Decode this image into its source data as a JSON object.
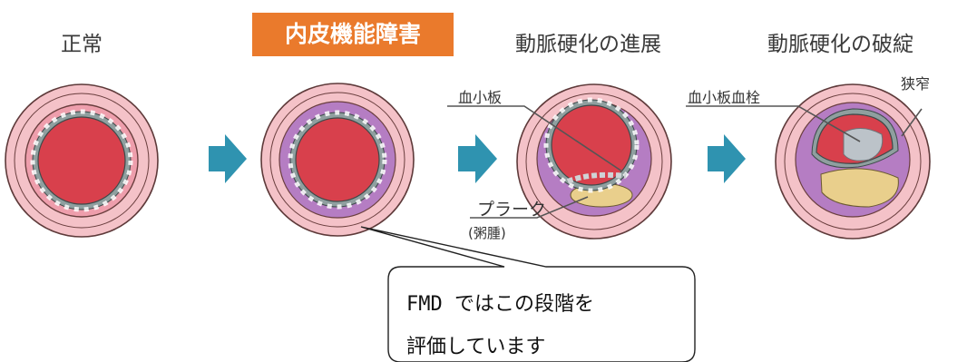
{
  "stages": [
    {
      "title": "正常"
    },
    {
      "title": "内皮機能障害"
    },
    {
      "title": "動脈硬化の進展"
    },
    {
      "title": "動脈硬化の破綻"
    }
  ],
  "labels": {
    "platelet": "血小板",
    "plaque": "プラーク",
    "plaque_sub": "(粥腫)",
    "thrombus": "血小板血栓",
    "stenosis": "狭窄"
  },
  "callout": {
    "line1": "FMD ではこの段階を",
    "line2": "評価しています"
  },
  "colors": {
    "outer_ring": "#f2b7bf",
    "vessel_wall": "#e79aab",
    "lumen": "#d8404c",
    "inflamed_layer": "#b57dc3",
    "endothelium": "#8f9f9f",
    "plaque": "#e9cf8c",
    "thrombus": "#bcc3c9",
    "arrow": "#2f93b0",
    "highlight": "#ea7a2c"
  }
}
